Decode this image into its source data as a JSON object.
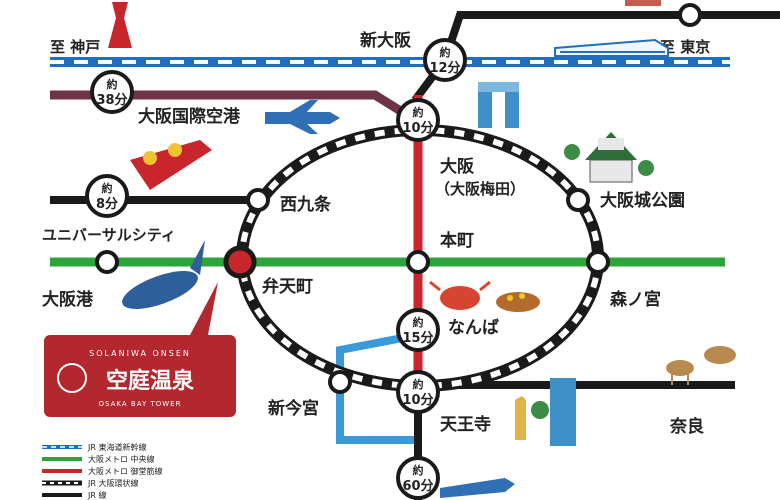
{
  "colors": {
    "shinkansen": "#1f6fc0",
    "chuo": "#2ba53a",
    "midosuji": "#c8252c",
    "loop": "#1a1a1a",
    "jr": "#1a1a1a",
    "airport_line": "#6e3344",
    "osaka_bay_line": "#3a9ad9",
    "logo": "#b3282f"
  },
  "stations": {
    "shin_osaka": "新大阪",
    "kobe": "至 神戸",
    "tokyo": "至 東京",
    "kix": "大阪国際空港",
    "nishikujo": "西九条",
    "usj": "ユニバーサルシティ",
    "osakako": "大阪港",
    "bentencho": "弁天町",
    "honmachi": "本町",
    "osaka": "大阪",
    "umeda": "（大阪梅田）",
    "osakajo": "大阪城公園",
    "morinomiya": "森ノ宮",
    "namba": "なんば",
    "shinimamiya": "新今宮",
    "tennoji": "天王寺",
    "nara": "奈良"
  },
  "times": [
    {
      "id": "t12",
      "top": "約",
      "bottom": "12分"
    },
    {
      "id": "t38",
      "top": "約",
      "bottom": "38分"
    },
    {
      "id": "t10a",
      "top": "約",
      "bottom": "10分"
    },
    {
      "id": "t8",
      "top": "約",
      "bottom": "8分"
    },
    {
      "id": "t15",
      "top": "約",
      "bottom": "15分"
    },
    {
      "id": "t10b",
      "top": "約",
      "bottom": "10分"
    },
    {
      "id": "t60",
      "top": "約",
      "bottom": "60分"
    }
  ],
  "logo": {
    "subtitle_top": "SOLANIWA ONSEN",
    "name": "空庭温泉",
    "subtitle_bottom": "OSAKA BAY TOWER"
  },
  "legend": [
    {
      "label": "JR 東海道新幹線",
      "style": "dashed-blue"
    },
    {
      "label": "大阪メトロ 中央線",
      "style": "green"
    },
    {
      "label": "大阪メトロ 御堂筋線",
      "style": "red"
    },
    {
      "label": "JR 大阪環状線",
      "style": "loop"
    },
    {
      "label": "JR 線",
      "style": "black"
    }
  ]
}
